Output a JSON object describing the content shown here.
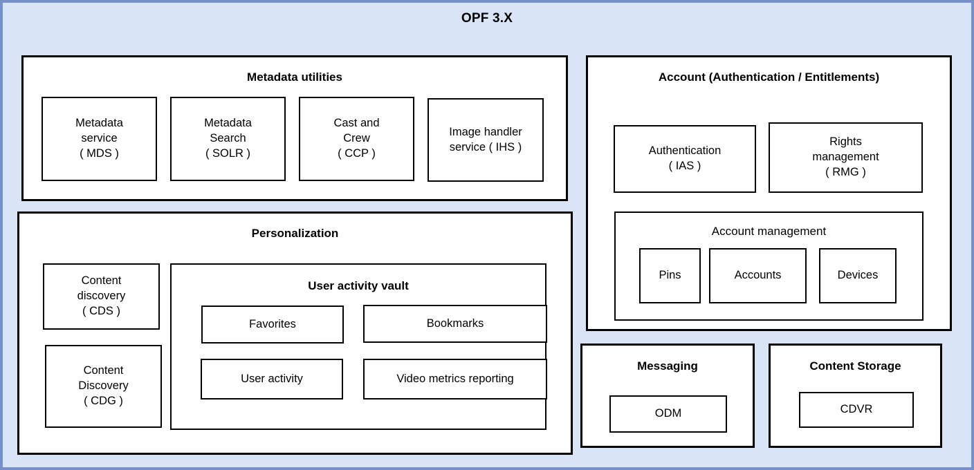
{
  "diagram": {
    "title": "OPF 3.X",
    "frame_bg": "#d9e5f7",
    "frame_border": "#7691c8",
    "box_border": "#000000",
    "box_bg": "#ffffff",
    "sections": {
      "metadata_utilities": {
        "title": "Metadata utilities",
        "items": [
          {
            "line1": "Metadata",
            "line2": "service",
            "line3": "( MDS )"
          },
          {
            "line1": "Metadata",
            "line2": "Search",
            "line3": "( SOLR )"
          },
          {
            "line1": "Cast and",
            "line2": "Crew",
            "line3": "( CCP )"
          },
          {
            "line1": "Image handler",
            "line2": "service ( IHS )",
            "line3": ""
          }
        ]
      },
      "personalization": {
        "title": "Personalization",
        "items": [
          {
            "line1": "Content",
            "line2": "discovery",
            "line3": "( CDS )"
          },
          {
            "line1": "Content",
            "line2": "Discovery",
            "line3": "( CDG )"
          }
        ],
        "user_activity_vault": {
          "title": "User activity vault",
          "items": [
            {
              "label": "Favorites"
            },
            {
              "label": "Bookmarks"
            },
            {
              "label": "User activity"
            },
            {
              "label": "Video metrics reporting"
            }
          ]
        }
      },
      "account": {
        "title_line1": "Account",
        "title_line2": "(Authentication / Entitlements)",
        "items": [
          {
            "line1": "Authentication",
            "line2": "( IAS )",
            "line3": ""
          },
          {
            "line1": "Rights",
            "line2": "management",
            "line3": "( RMG )"
          }
        ],
        "account_management": {
          "title": "Account management",
          "items": [
            {
              "label": "Pins"
            },
            {
              "label": "Accounts"
            },
            {
              "label": "Devices"
            }
          ]
        }
      },
      "messaging": {
        "title": "Messaging",
        "items": [
          {
            "label": "ODM"
          }
        ]
      },
      "content_storage": {
        "title": "Content Storage",
        "items": [
          {
            "label": "CDVR"
          }
        ]
      }
    }
  }
}
